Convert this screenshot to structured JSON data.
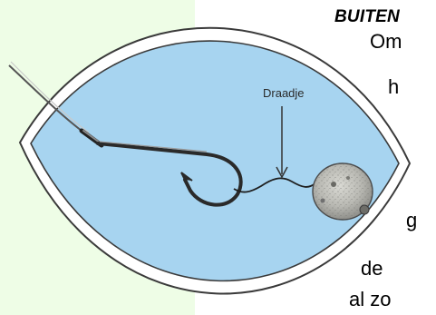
{
  "illustration": {
    "label": "Draadje",
    "colors": {
      "water": "#a7d4f0",
      "lens_ring": "#ffffff",
      "outline": "#3a3a3a",
      "background_strip": "#eefde6"
    }
  },
  "side_text": {
    "heading": "BUITEN",
    "lines": [
      "Om",
      "h",
      "g",
      "de",
      "al zo"
    ]
  }
}
